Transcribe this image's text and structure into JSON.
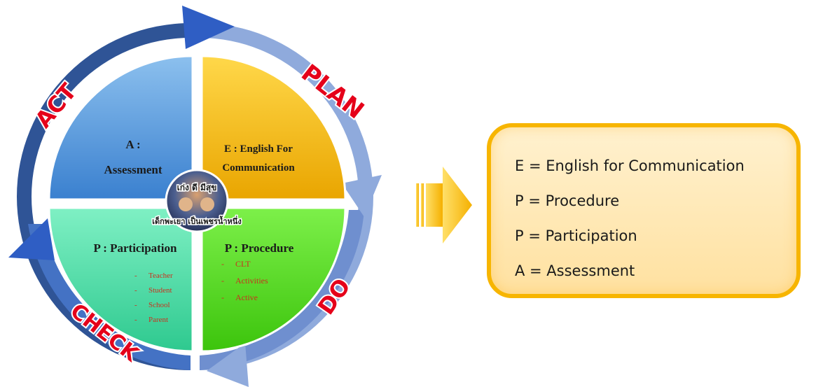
{
  "cycle": {
    "stages": {
      "plan": "PLAN",
      "do": "DO",
      "check": "CHECK",
      "act": "ACT"
    },
    "stage_color": "#e5001a"
  },
  "quadrants": {
    "assessment": {
      "line1": "A :",
      "line2": "Assessment",
      "color": "#4a90d6"
    },
    "english": {
      "line1": "E : English For",
      "line2": "Communication",
      "color": "#f2b411"
    },
    "procedure": {
      "title": "P : Procedure",
      "items": [
        "CLT",
        "Activities",
        "Active"
      ],
      "color": "#52d61c"
    },
    "participation": {
      "title": "P : Participation",
      "items": [
        "Teacher",
        "Student",
        "School",
        "Parent"
      ],
      "color": "#3fd6a0"
    }
  },
  "center_badge": {
    "top_text": "เก่ง ดี มีสุข",
    "bottom_text": "เด็กพะเยา เป็นเพชรน้ำหนึ่ง"
  },
  "legend": {
    "items": [
      "E = English for Communication",
      "P = Procedure",
      "P = Participation",
      "A = Assessment"
    ]
  },
  "colors": {
    "ring_dark": "#2f5496",
    "ring_light": "#8faadc",
    "arrow": "#f7c21a",
    "legend_border": "#f7b500"
  }
}
